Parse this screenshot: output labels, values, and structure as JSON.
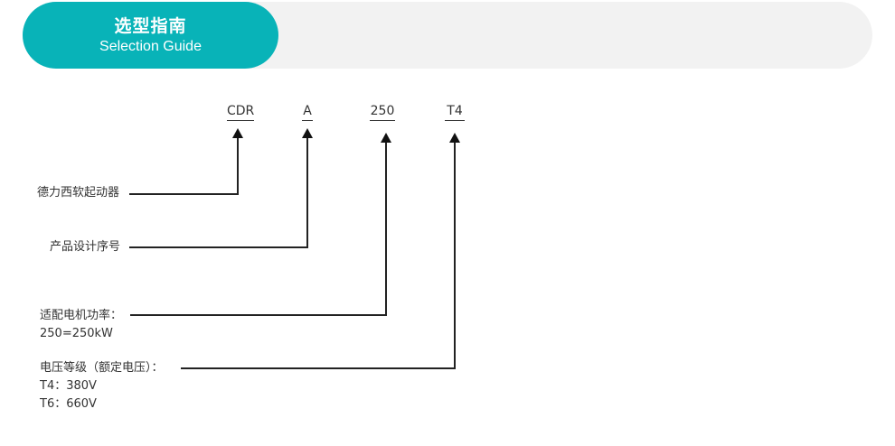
{
  "header": {
    "title": "选型指南",
    "subtitle": "Selection Guide",
    "accent_color": "#08b3b8",
    "bar_color": "#f2f2f2"
  },
  "codes": [
    "CDR",
    "A",
    "250",
    "T4"
  ],
  "descriptions": {
    "brand": "德力西软起动器",
    "design_serial": "产品设计序号",
    "power_title": "适配电机功率：",
    "power_example": "250=250kW",
    "voltage_title": "电压等级（额定电压）：",
    "voltage_t4": "T4：380V",
    "voltage_t6": "T6：660V"
  }
}
